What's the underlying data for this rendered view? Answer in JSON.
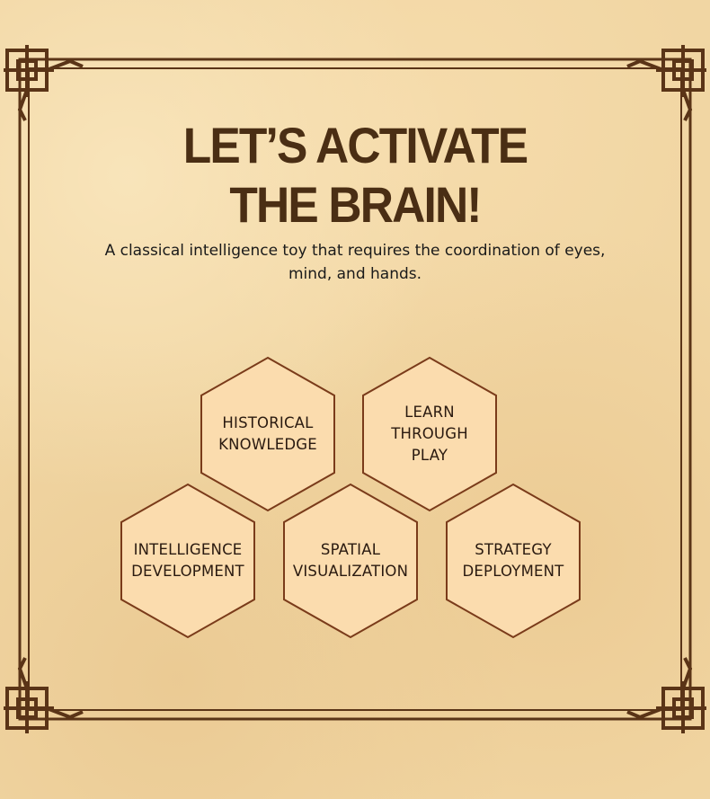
{
  "headline": {
    "line1": "LET’S ACTIVATE",
    "line2": "THE BRAIN!"
  },
  "subtitle": {
    "line1": "A classical intelligence toy that requires the coordination of eyes,",
    "line2": "mind, and hands."
  },
  "hexagons": [
    {
      "lines": [
        "HISTORICAL",
        "KNOWLEDGE"
      ]
    },
    {
      "lines": [
        "LEARN",
        "THROUGH",
        "PLAY"
      ]
    },
    {
      "lines": [
        "INTELLIGENCE",
        "DEVELOPMENT"
      ]
    },
    {
      "lines": [
        "SPATIAL",
        "VISUALIZATION"
      ]
    },
    {
      "lines": [
        "STRATEGY",
        "DEPLOYMENT"
      ]
    }
  ],
  "colors": {
    "background": "#f1d6a3",
    "frame": "#5a3417",
    "headline": "#4a2e14",
    "hex_fill": "#fbdcae",
    "hex_stroke": "#7a3b1a"
  }
}
